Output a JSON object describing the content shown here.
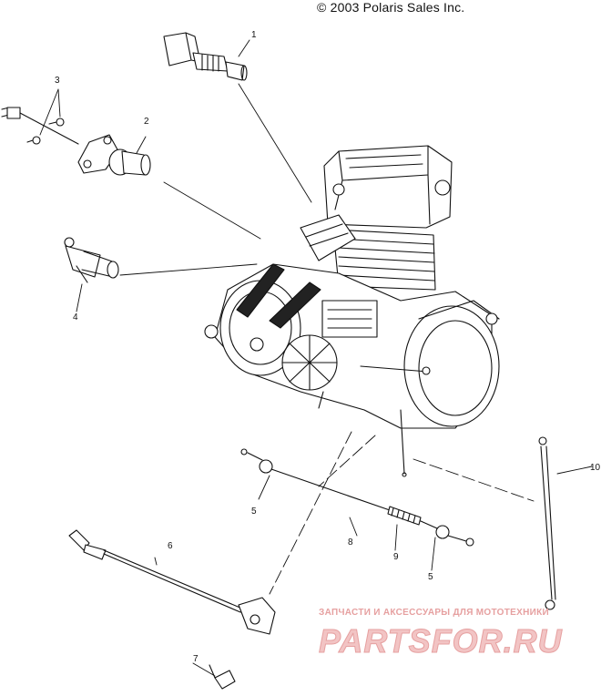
{
  "copyright": "© 2003 Polaris Sales Inc.",
  "callouts": {
    "c1": "1",
    "c2": "2",
    "c3": "3",
    "c4": "4",
    "c5a": "5",
    "c5b": "5",
    "c6": "6",
    "c7": "7",
    "c8": "8",
    "c9": "9",
    "c10": "10"
  },
  "watermark": {
    "tagline": "ЗАПЧАСТИ И АКСЕССУАРЫ ДЛЯ МОТОТЕХНИКИ",
    "logo": "PARTSFOR.RU",
    "color": "#e6a0a0"
  }
}
